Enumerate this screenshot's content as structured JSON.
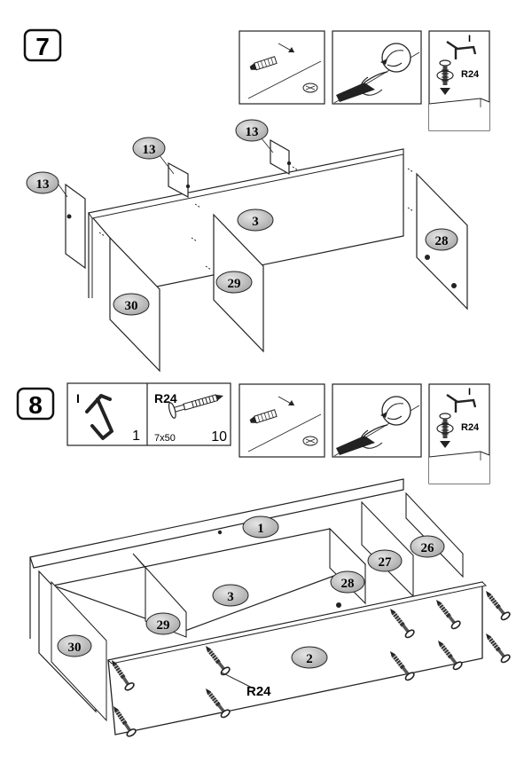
{
  "steps": [
    {
      "number": "7",
      "part_labels": [
        "13",
        "13",
        "13",
        "3",
        "28",
        "29",
        "30"
      ],
      "insets": {
        "cam_key_label": "I",
        "cam_screw_label": "R24"
      }
    },
    {
      "number": "8",
      "hardware": [
        {
          "id": "I",
          "name": "I",
          "icon": "allen-key-icon",
          "size": "",
          "quantity": "1"
        },
        {
          "id": "R24",
          "name": "R24",
          "icon": "cam-screw-icon",
          "size": "7x50",
          "quantity": "10"
        }
      ],
      "part_labels": [
        "1",
        "2",
        "3",
        "26",
        "27",
        "28",
        "29",
        "30"
      ],
      "callout": "R24",
      "insets": {
        "cam_key_label": "I",
        "cam_screw_label": "R24"
      }
    }
  ]
}
